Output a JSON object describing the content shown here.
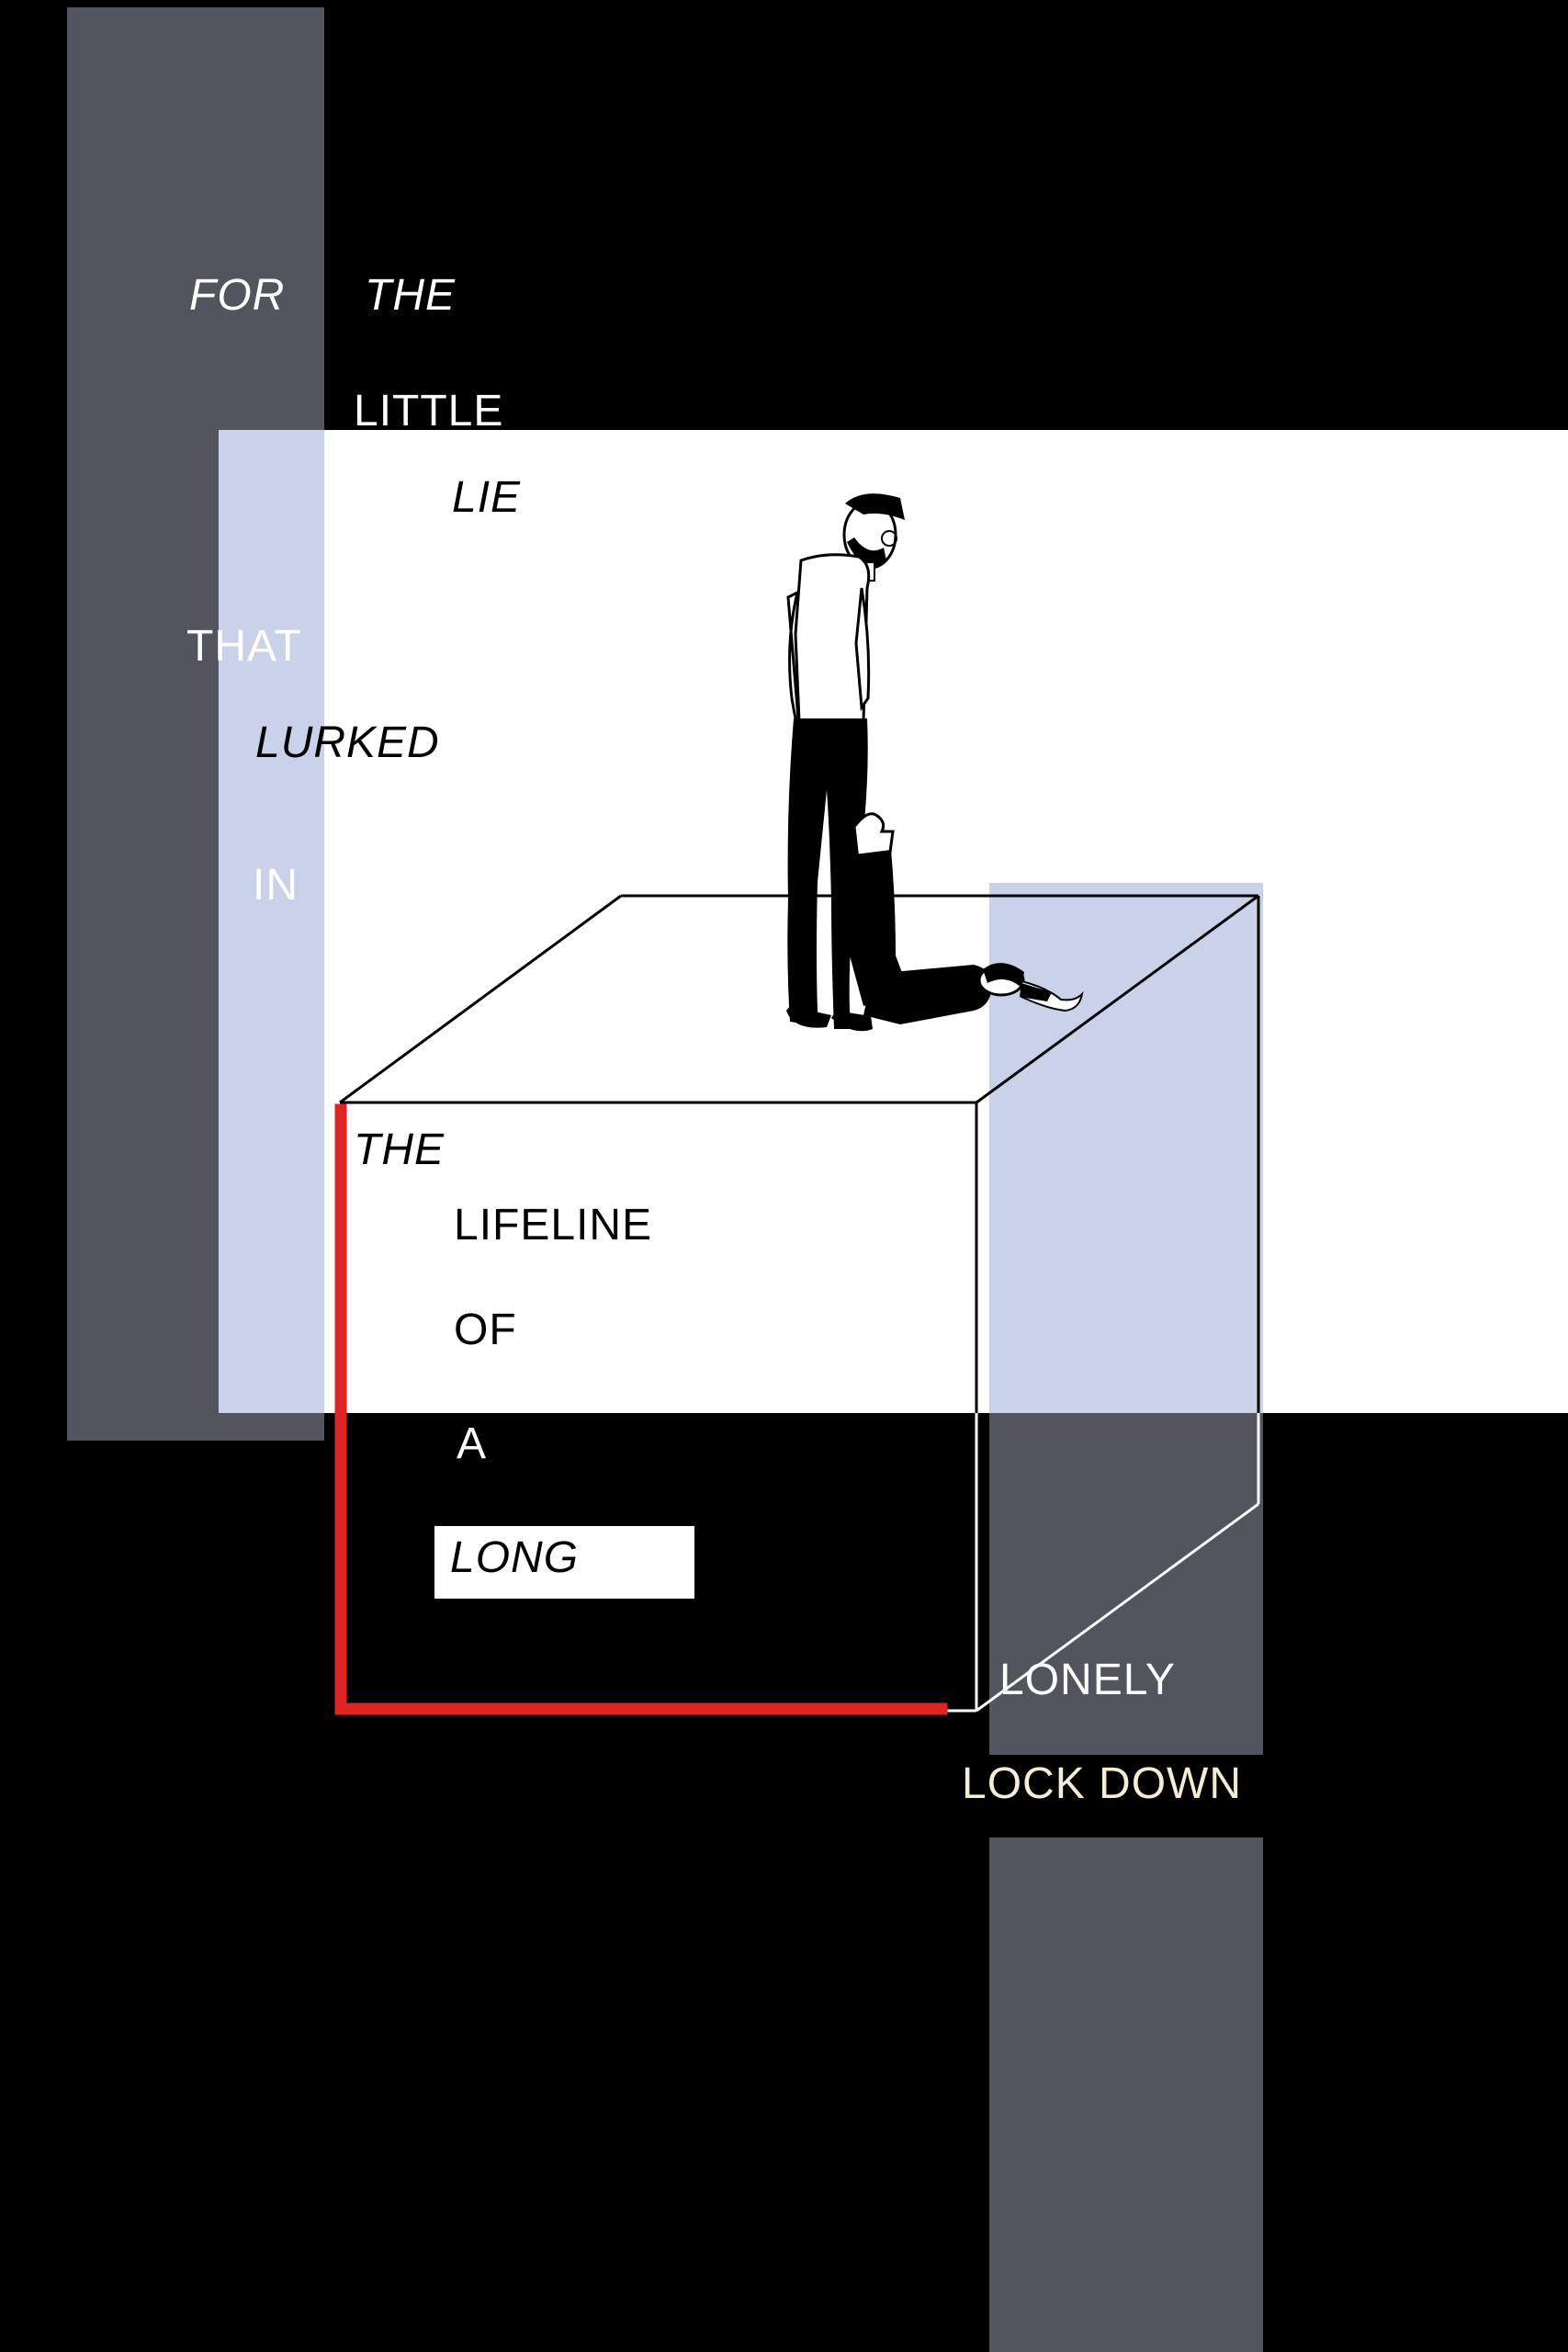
{
  "poem": {
    "w1": "FOR",
    "w2": "THE",
    "w3": "LITTLE",
    "w4": "LIE",
    "w5": "THAT",
    "w6": "LURKED",
    "w7": "IN",
    "w8": "THE",
    "w9": "LIFELINE",
    "w10": "OF",
    "w11": "A",
    "w12": "LONG",
    "w13": "LONELY",
    "w14": "LOCK DOWN"
  },
  "colors": {
    "background": "#000000",
    "white_band": "#ffffff",
    "slate_gray": "#52545e",
    "pale_blue": "#c9d2e8",
    "red_line": "#e02424",
    "cream_text": "#f3ecd6"
  },
  "illustration": {
    "figures": [
      "standing-man-figure",
      "lying-child-figure"
    ],
    "shape": "wireframe-cube"
  }
}
